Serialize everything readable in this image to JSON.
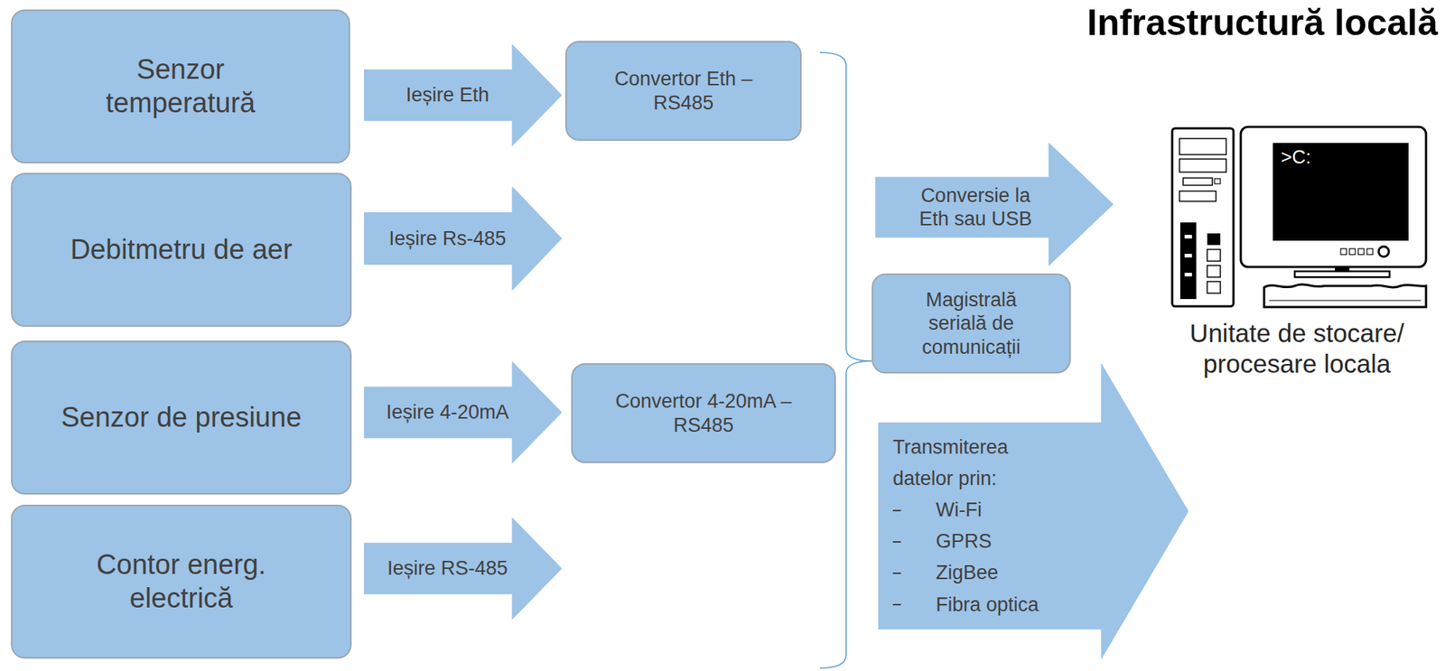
{
  "diagram": {
    "title": "Infrastructură locală",
    "nodes": [
      {
        "text": [
          "Senzor temperatură"
        ]
      },
      {
        "text": [
          "Ieșire Eth"
        ]
      },
      {
        "text": [
          "Convertor Eth – RS485"
        ]
      },
      {
        "text": [
          "Debitmetru de aer"
        ]
      },
      {
        "text": [
          "Ieșire Rs-485"
        ]
      },
      {
        "text": [
          "Senzor de presiune"
        ]
      },
      {
        "text": [
          "Ieșire 4-20mA"
        ]
      },
      {
        "text": [
          "Convertor 4-20mA – RS485"
        ]
      },
      {
        "text": [
          "Contor energ. electrică"
        ]
      },
      {
        "text": [
          "Ieșire RS-485"
        ]
      },
      {
        "text": [
          "Conversie la Eth sau USB"
        ]
      },
      {
        "text": [
          "Magistrală serială de comunicații"
        ]
      },
      {
        "text": [
          "Transmiterea datelor prin:",
          "Wi-Fi",
          "GPRS",
          "ZigBee",
          "Fibra optica"
        ]
      }
    ],
    "labels": [
      ">C:",
      "Unitate de stocare/ procesare locala"
    ]
  }
}
